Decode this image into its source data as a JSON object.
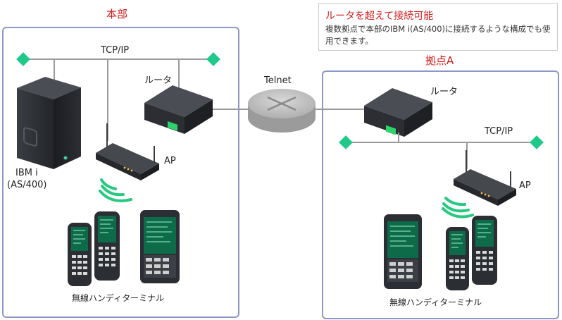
{
  "info_box": {
    "title": "ルータを超えて接続可能",
    "body": "複数拠点で本部のIBM i(AS/400)に接続するような構成でも使用できます。"
  },
  "sites": {
    "hq": {
      "title": "本部",
      "network_label": "TCP/IP",
      "router_label": "ルータ",
      "ap_label": "AP",
      "server_label_line1": "IBM i",
      "server_label_line2": "(AS/400)",
      "terminals_label": "無線ハンディターミナル"
    },
    "branch": {
      "title": "拠点A",
      "network_label": "TCP/IP",
      "router_label": "ルータ",
      "ap_label": "AP",
      "terminals_label": "無線ハンディターミナル"
    }
  },
  "wan": {
    "label": "Telnet"
  },
  "colors": {
    "accent_red": "#d01c1c",
    "site_border": "#8c97c9",
    "network_node": "#1ec98a",
    "wifi_signal": "#26c97f",
    "device_dark": "#2b2e33",
    "screen_green": "#0e6b4a"
  }
}
